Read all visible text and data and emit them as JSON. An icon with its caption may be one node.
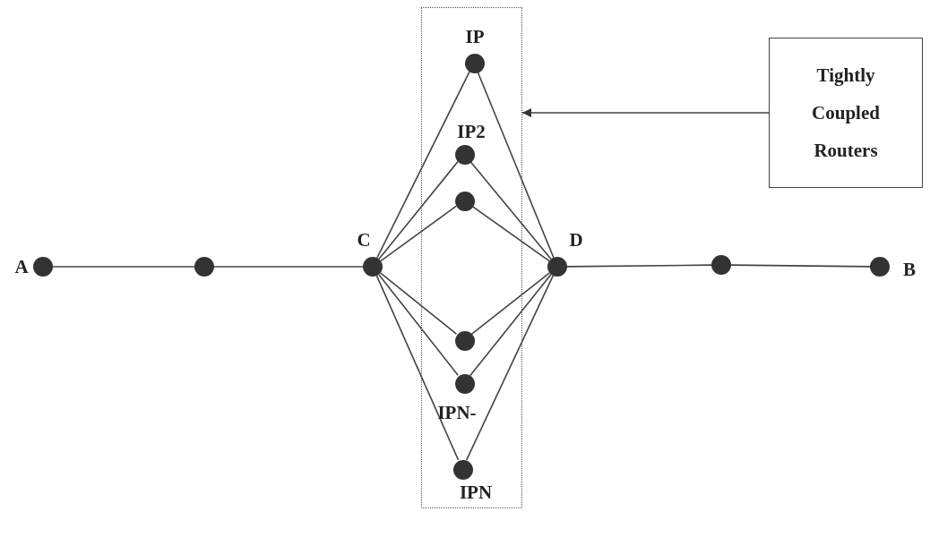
{
  "diagram": {
    "nodes": [
      {
        "text": [],
        "shape": "box"
      },
      {
        "text": [],
        "shape": "circle",
        "in": 0,
        "beside": [
          "IP"
        ]
      },
      {
        "text": [],
        "shape": "circle",
        "in": 0,
        "beside": [
          "IP2"
        ]
      },
      {
        "text": [],
        "shape": "circle",
        "in": 0
      },
      {
        "text": [],
        "shape": "circle",
        "in": 0
      },
      {
        "text": [],
        "shape": "circle",
        "in": 0,
        "beside": [
          "IPN-"
        ]
      },
      {
        "text": [],
        "shape": "circle",
        "in": 0,
        "beside": [
          "IPN"
        ]
      },
      {
        "text": [],
        "shape": "circle",
        "beside": [
          "A"
        ]
      },
      {
        "text": [],
        "shape": "circle"
      },
      {
        "text": [],
        "shape": "circle",
        "beside": [
          "C"
        ]
      },
      {
        "text": [],
        "shape": "circle",
        "beside": [
          "D"
        ]
      },
      {
        "text": [],
        "shape": "circle"
      },
      {
        "text": [],
        "shape": "circle",
        "beside": [
          "B"
        ]
      },
      {
        "text": [
          "Tightly Coupled Routers"
        ]
      }
    ],
    "edges": [
      {
        "from": 7,
        "to": 8,
        "arrow": "none"
      },
      {
        "from": 8,
        "to": 9,
        "arrow": "none"
      },
      {
        "from": 9,
        "to": 1,
        "arrow": "none"
      },
      {
        "from": 9,
        "to": 2,
        "arrow": "none"
      },
      {
        "from": 9,
        "to": 3,
        "arrow": "none"
      },
      {
        "from": 9,
        "to": 4,
        "arrow": "none"
      },
      {
        "from": 9,
        "to": 5,
        "arrow": "none"
      },
      {
        "from": 9,
        "to": 6,
        "arrow": "none"
      },
      {
        "from": 1,
        "to": 10,
        "arrow": "none"
      },
      {
        "from": 2,
        "to": 10,
        "arrow": "none"
      },
      {
        "from": 3,
        "to": 10,
        "arrow": "none"
      },
      {
        "from": 4,
        "to": 10,
        "arrow": "none"
      },
      {
        "from": 5,
        "to": 10,
        "arrow": "none"
      },
      {
        "from": 6,
        "to": 10,
        "arrow": "none"
      },
      {
        "from": 10,
        "to": 11,
        "arrow": "none"
      },
      {
        "from": 11,
        "to": 12,
        "arrow": "none"
      },
      {
        "from": 13,
        "to": 0,
        "arrow": "to"
      }
    ]
  }
}
